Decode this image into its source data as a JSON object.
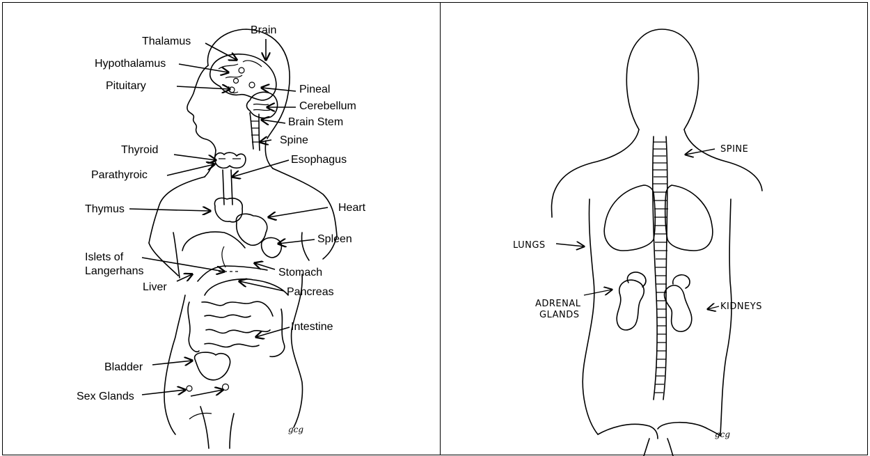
{
  "front_diagram": {
    "labels": {
      "brain": "Brain",
      "thalamus": "Thalamus",
      "hypothalamus": "Hypothalamus",
      "pituitary": "Pituitary",
      "pineal": "Pineal",
      "cerebellum": "Cerebellum",
      "brain_stem": "Brain Stem",
      "spine": "Spine",
      "thyroid": "Thyroid",
      "parathyroid": "Parathyroic",
      "esophagus": "Esophagus",
      "thymus": "Thymus",
      "heart": "Heart",
      "spleen": "Spleen",
      "islets_1": "Islets of",
      "islets_2": "Langerhans",
      "stomach": "Stomach",
      "liver": "Liver",
      "pancreas": "Pancreas",
      "intestine": "Intestine",
      "bladder": "Bladder",
      "sex_glands": "Sex Glands"
    },
    "signature": "gcg"
  },
  "back_diagram": {
    "labels": {
      "spine": "SPINE",
      "lungs": "LUNGS",
      "adrenal_1": "ADRENAL",
      "adrenal_2": "GLANDS",
      "kidneys": "KIDNEYS"
    },
    "signature": "gcg"
  }
}
